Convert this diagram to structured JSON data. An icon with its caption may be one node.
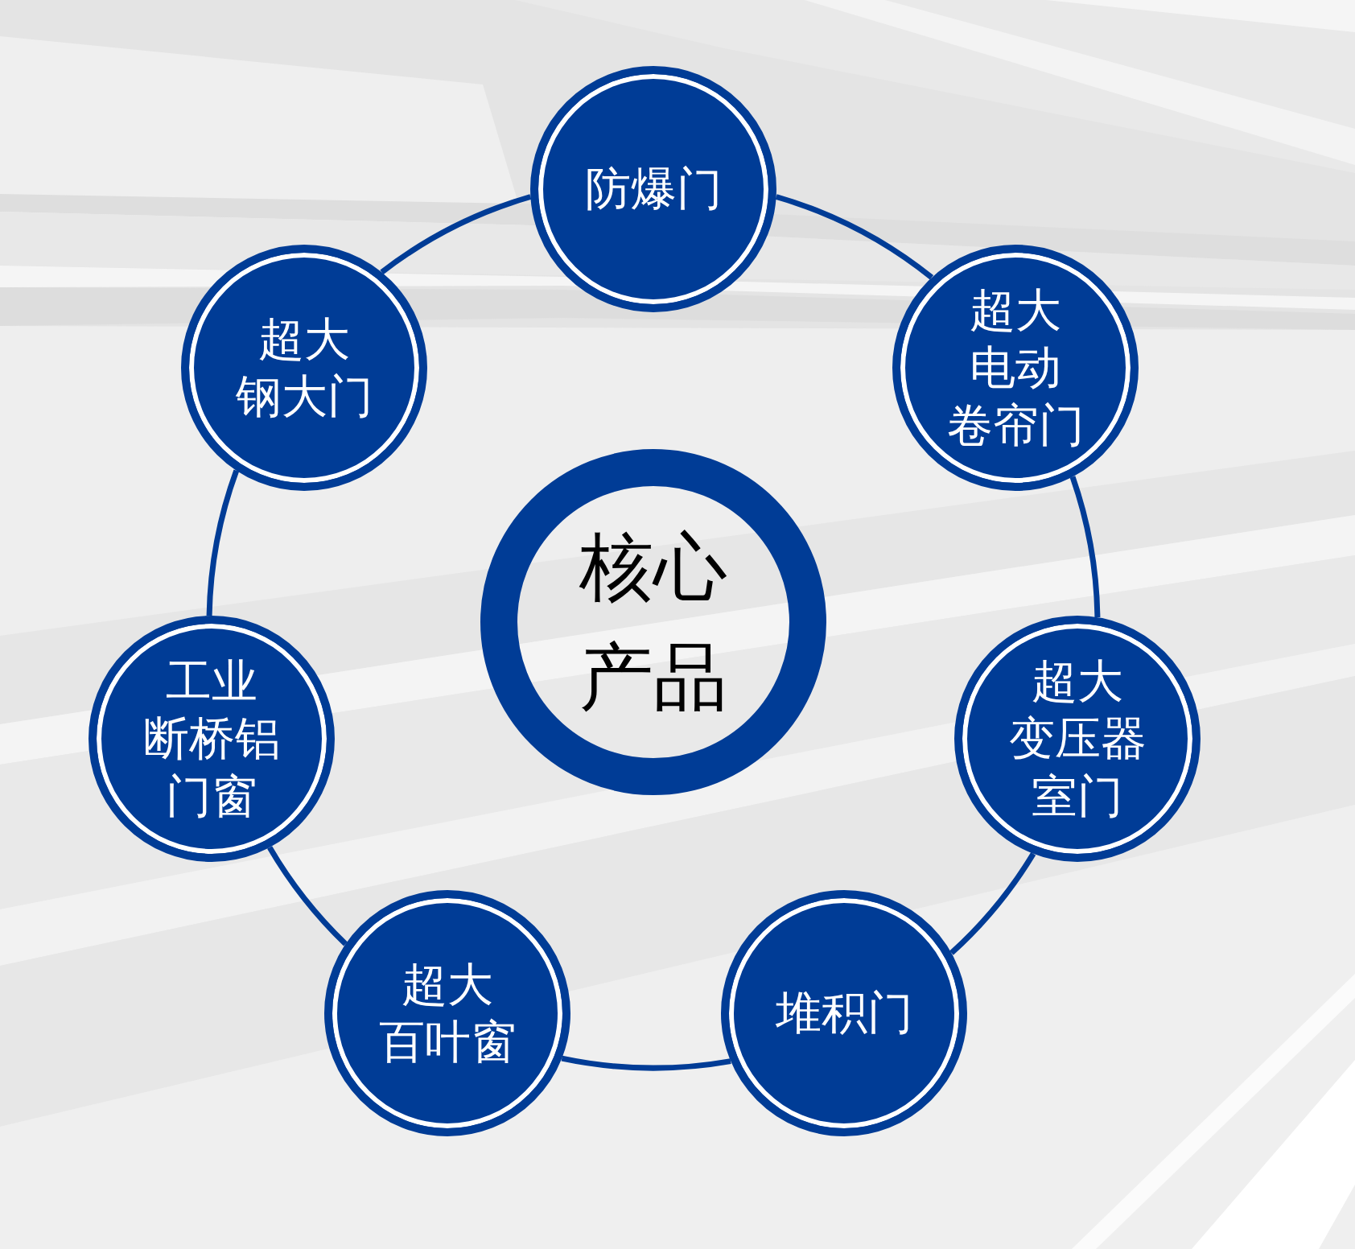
{
  "diagram": {
    "nodes": [
      {
        "text": [
          "防爆门"
        ]
      },
      {
        "text": [
          "超大电动卷帘门"
        ]
      },
      {
        "text": [
          "超大变压器室门"
        ]
      },
      {
        "text": [
          "堆积门"
        ]
      },
      {
        "text": [
          "超大百叶窗"
        ]
      },
      {
        "text": [
          "工业断桥铝门窗"
        ]
      },
      {
        "text": [
          "超大钢大门"
        ]
      },
      {
        "text": [
          "核心产品"
        ]
      }
    ],
    "edges": [
      {
        "from": 0,
        "to": 1,
        "arrow": "none"
      },
      {
        "from": 1,
        "to": 2,
        "arrow": "none"
      },
      {
        "from": 2,
        "to": 3,
        "arrow": "none"
      },
      {
        "from": 3,
        "to": 4,
        "arrow": "none"
      },
      {
        "from": 4,
        "to": 5,
        "arrow": "none"
      },
      {
        "from": 5,
        "to": 6,
        "arrow": "none"
      },
      {
        "from": 6,
        "to": 0,
        "arrow": "none"
      }
    ]
  }
}
